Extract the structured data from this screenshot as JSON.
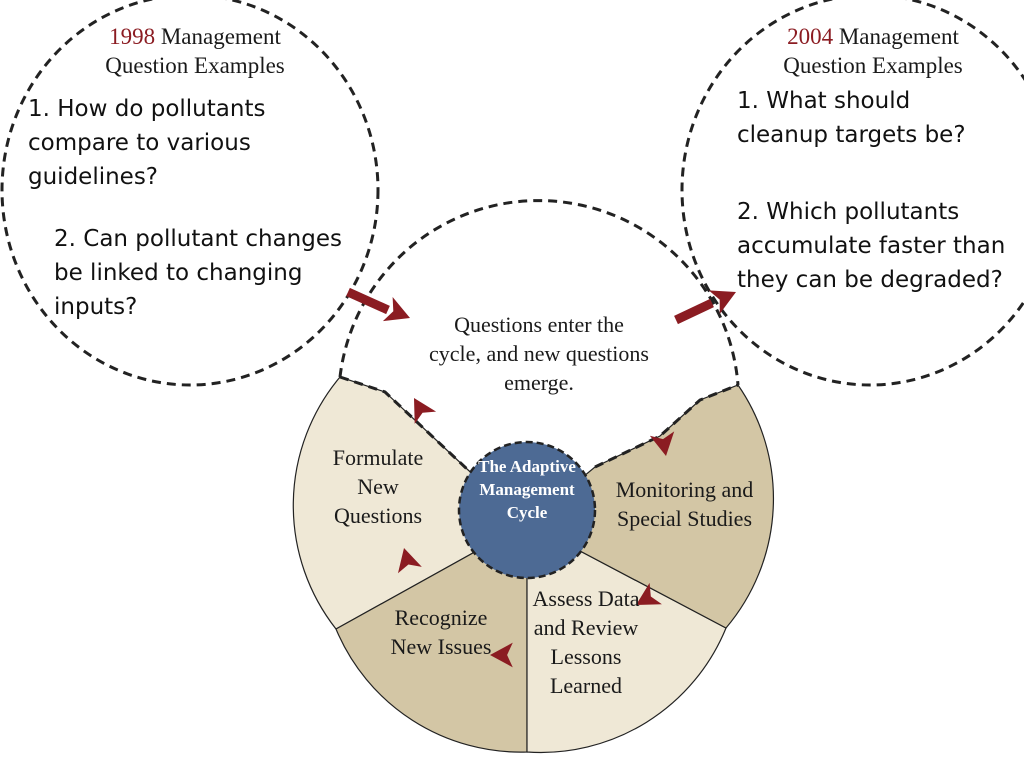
{
  "left_box": {
    "year": "1998",
    "heading_line1": "Management",
    "heading_line2": "Question Examples",
    "question1": "1. How do pollutants compare to various guidelines?",
    "question2": "2. Can pollutant changes be linked to changing inputs?"
  },
  "right_box": {
    "year": "2004",
    "heading_line1": "Management",
    "heading_line2": "Question Examples",
    "question1": "1. What should cleanup targets be?",
    "question2": "2. Which pollutants accumulate faster than they can be degraded?"
  },
  "cycle": {
    "top_text": "Questions enter the cycle, and new questions emerge.",
    "center": "The Adaptive Management Cycle",
    "stages": {
      "formulate": "Formulate New Questions",
      "monitoring": "Monitoring and Special Studies",
      "assess": "Assess Data and Review Lessons Learned",
      "recognize": "Recognize New Issues"
    }
  },
  "colors": {
    "light_segment": "#efe8d6",
    "dark_segment": "#d3c6a5",
    "center_fill": "#4d6a94",
    "arrow": "#8b1c22",
    "year_text": "#8b1c22"
  }
}
